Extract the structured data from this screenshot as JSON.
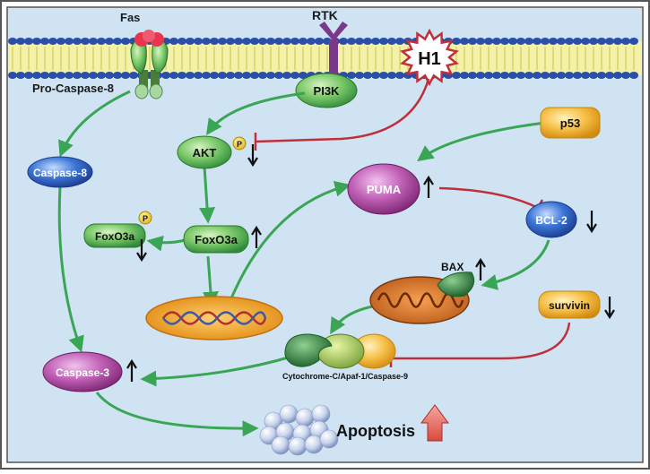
{
  "labels": {
    "fas": "Fas",
    "rtk": "RTK",
    "h1": "H1",
    "pro_caspase_8": "Pro-Caspase-8",
    "pi3k": "PI3K",
    "akt": "AKT",
    "p_akt": "P",
    "p53": "p53",
    "puma": "PUMA",
    "caspase_8": "Caspase-8",
    "bcl2": "BCL-2",
    "foxo3a_phospho": "FoxO3a",
    "p_foxo3a": "P",
    "foxo3a": "FoxO3a",
    "bax": "BAX",
    "survivin": "survivin",
    "caspase_3": "Caspase-3",
    "complex": "Cytochrome-C/Apaf-1/Caspase-9",
    "apoptosis": "Apoptosis"
  },
  "changes": {
    "akt_phospho": "down",
    "foxo3a_phospho": "down",
    "foxo3a": "up",
    "puma": "up",
    "bcl2": "down",
    "bax": "up",
    "survivin": "down",
    "caspase_3": "up",
    "apoptosis": "up"
  },
  "colors": {
    "activation_arrow": "#3aa655",
    "inhibition_line": "#c0303a",
    "background": "#cfe3f3",
    "membrane_head": "#2a4fa8",
    "membrane_tail": "#e6e25a"
  }
}
